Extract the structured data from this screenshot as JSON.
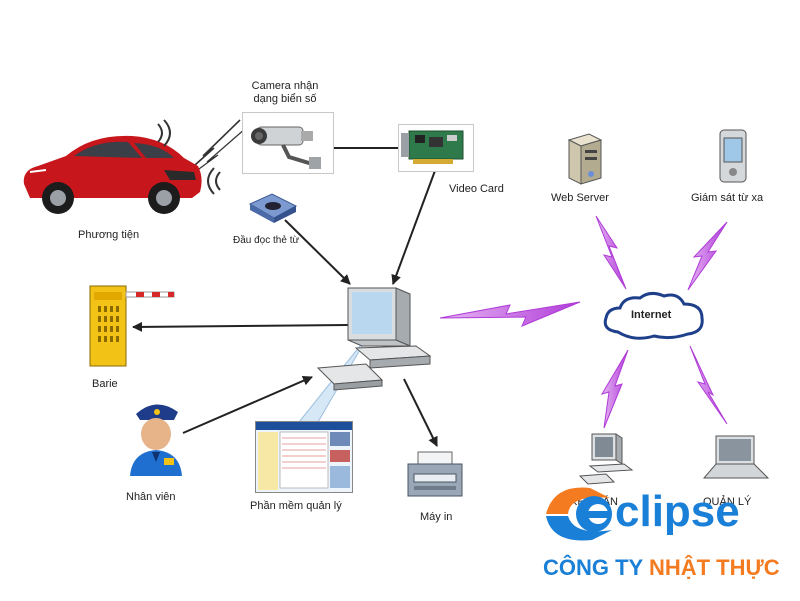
{
  "nodes": {
    "camera": {
      "label": "Camera nhận\ndạng biển số",
      "icon": "cctv-camera-icon"
    },
    "video_card": {
      "label": "Video Card",
      "icon": "video-card-icon"
    },
    "vehicle": {
      "label": "Phương tiện",
      "icon": "car-icon"
    },
    "card_reader": {
      "label": "Đầu đọc thẻ từ",
      "icon": "card-reader-icon"
    },
    "barrier": {
      "label": "Barie",
      "icon": "barrier-gate-icon"
    },
    "computer": {
      "label": "",
      "icon": "desktop-computer-icon"
    },
    "staff": {
      "label": "Nhân viên",
      "icon": "security-guard-icon"
    },
    "software": {
      "label": "Phần mềm quản lý",
      "icon": "software-screenshot-icon"
    },
    "printer": {
      "label": "Máy in",
      "icon": "printer-icon"
    },
    "web_server": {
      "label": "Web Server",
      "icon": "server-icon"
    },
    "remote_monitor": {
      "label": "Giám sát từ xa",
      "icon": "handheld-device-icon"
    },
    "internet": {
      "label": "Internet",
      "icon": "cloud-icon"
    },
    "accounting": {
      "label": "KẾ TOÁN",
      "icon": "desktop-computer-icon"
    },
    "management": {
      "label": "QUẢN LÝ",
      "icon": "laptop-icon"
    }
  },
  "brand": {
    "word": "clipse",
    "tagline_part1": "CÔNG TY ",
    "tagline_part2": "NHẬT THỰC",
    "primary_color": "#1a7fd6",
    "accent_color": "#f47b20"
  },
  "colors": {
    "wireless": "#b03cd8",
    "wire": "#222222"
  }
}
